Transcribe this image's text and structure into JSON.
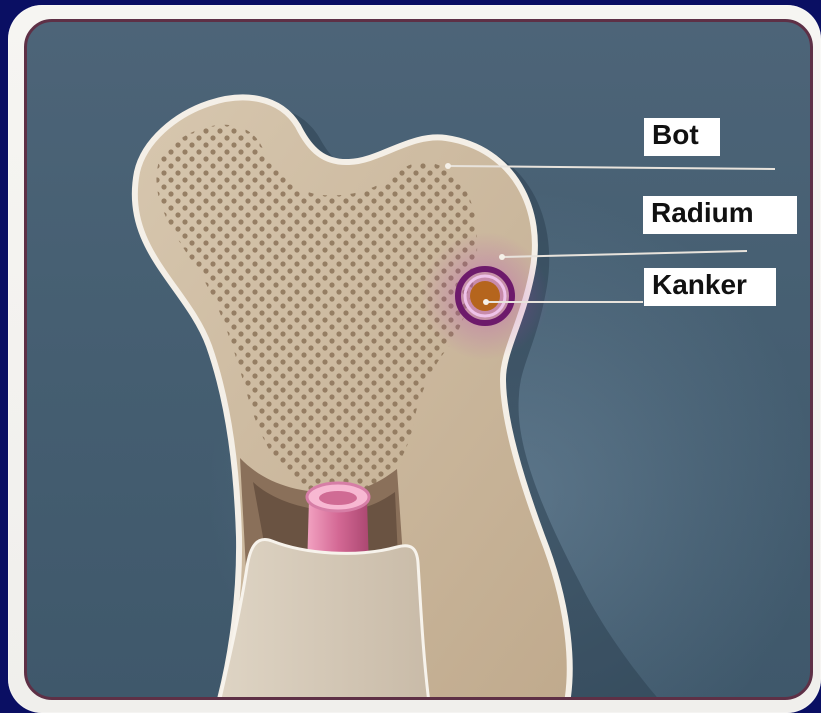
{
  "diagram": {
    "labels": {
      "bone": "Bot",
      "radium": "Radium",
      "cancer": "Kanker"
    },
    "colors": {
      "page_background": "#0a0f63",
      "panel_background": "#476073",
      "panel_border": "#5e3046",
      "bone_outer": "#cab79e",
      "bone_inner": "#9f8769",
      "tissue": "#cf6f94",
      "cancer_dot": "#b5651d",
      "radium_ring": "#6d1a6b"
    }
  }
}
